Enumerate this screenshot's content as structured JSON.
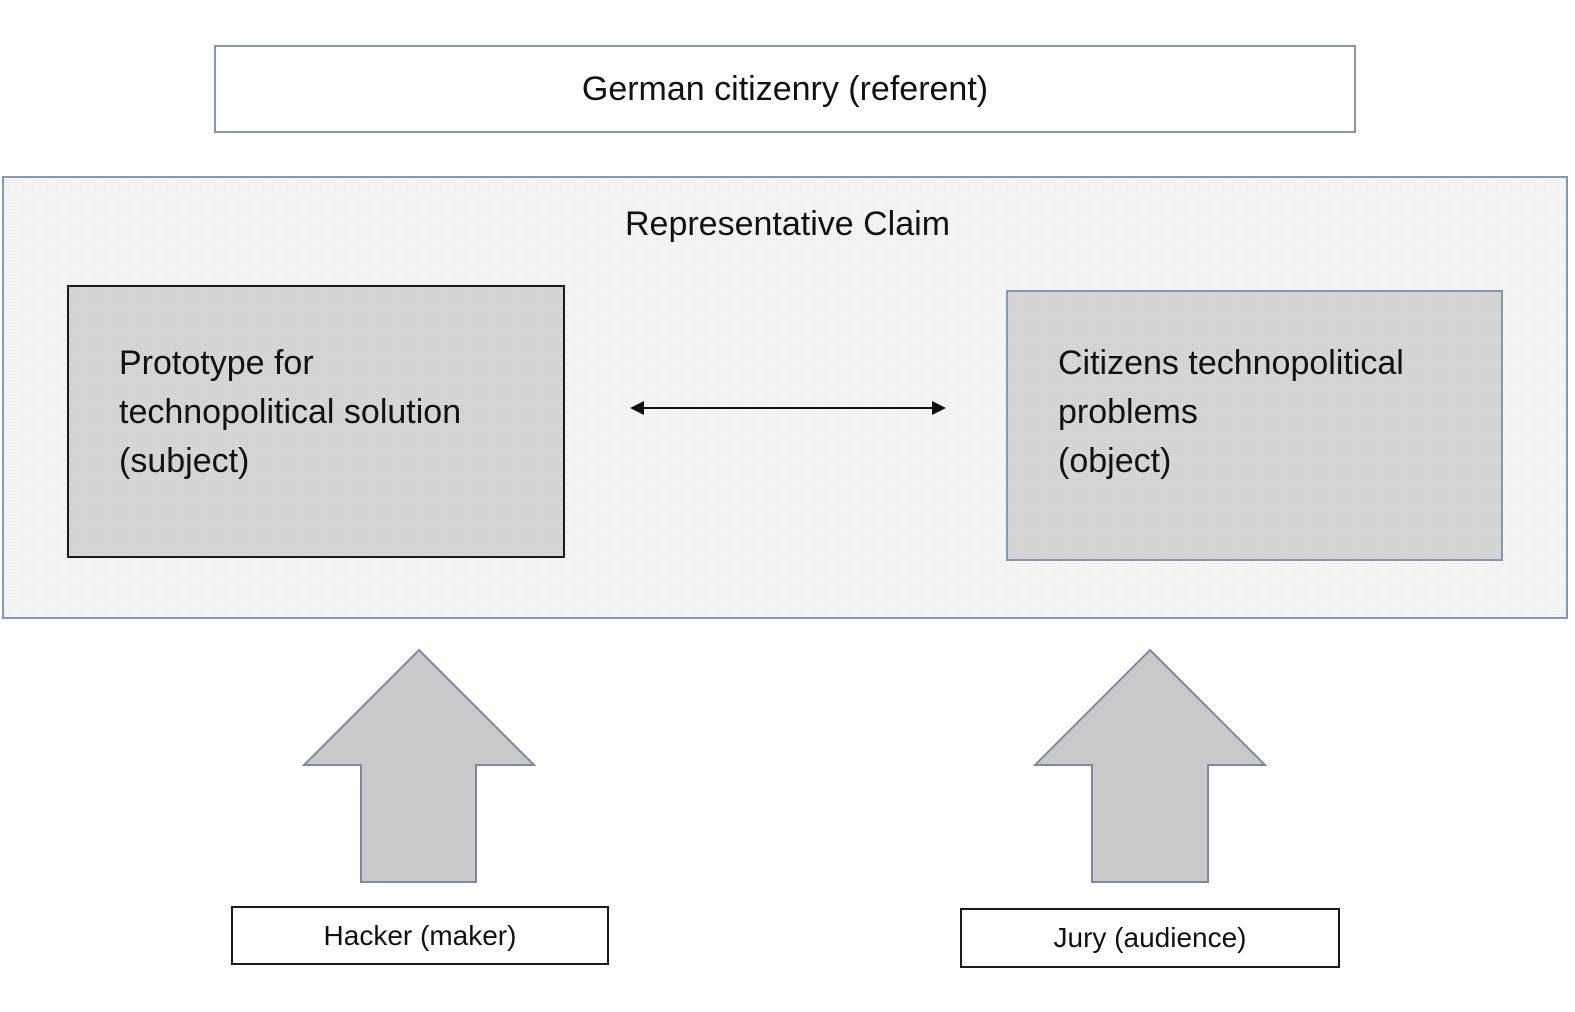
{
  "referent": {
    "label": "German citizenry (referent)"
  },
  "claim": {
    "title": "Representative Claim"
  },
  "subject": {
    "lines": [
      "Prototype for",
      "technopolitical solution",
      "(subject)"
    ]
  },
  "object": {
    "lines": [
      "Citizens technopolitical",
      "problems",
      "(object)"
    ]
  },
  "connector": {
    "type": "double-headed-arrow"
  },
  "maker": {
    "label": "Hacker (maker)",
    "arrow": "up-arrow-icon"
  },
  "audience": {
    "label": "Jury (audience)",
    "arrow": "up-arrow-icon"
  }
}
